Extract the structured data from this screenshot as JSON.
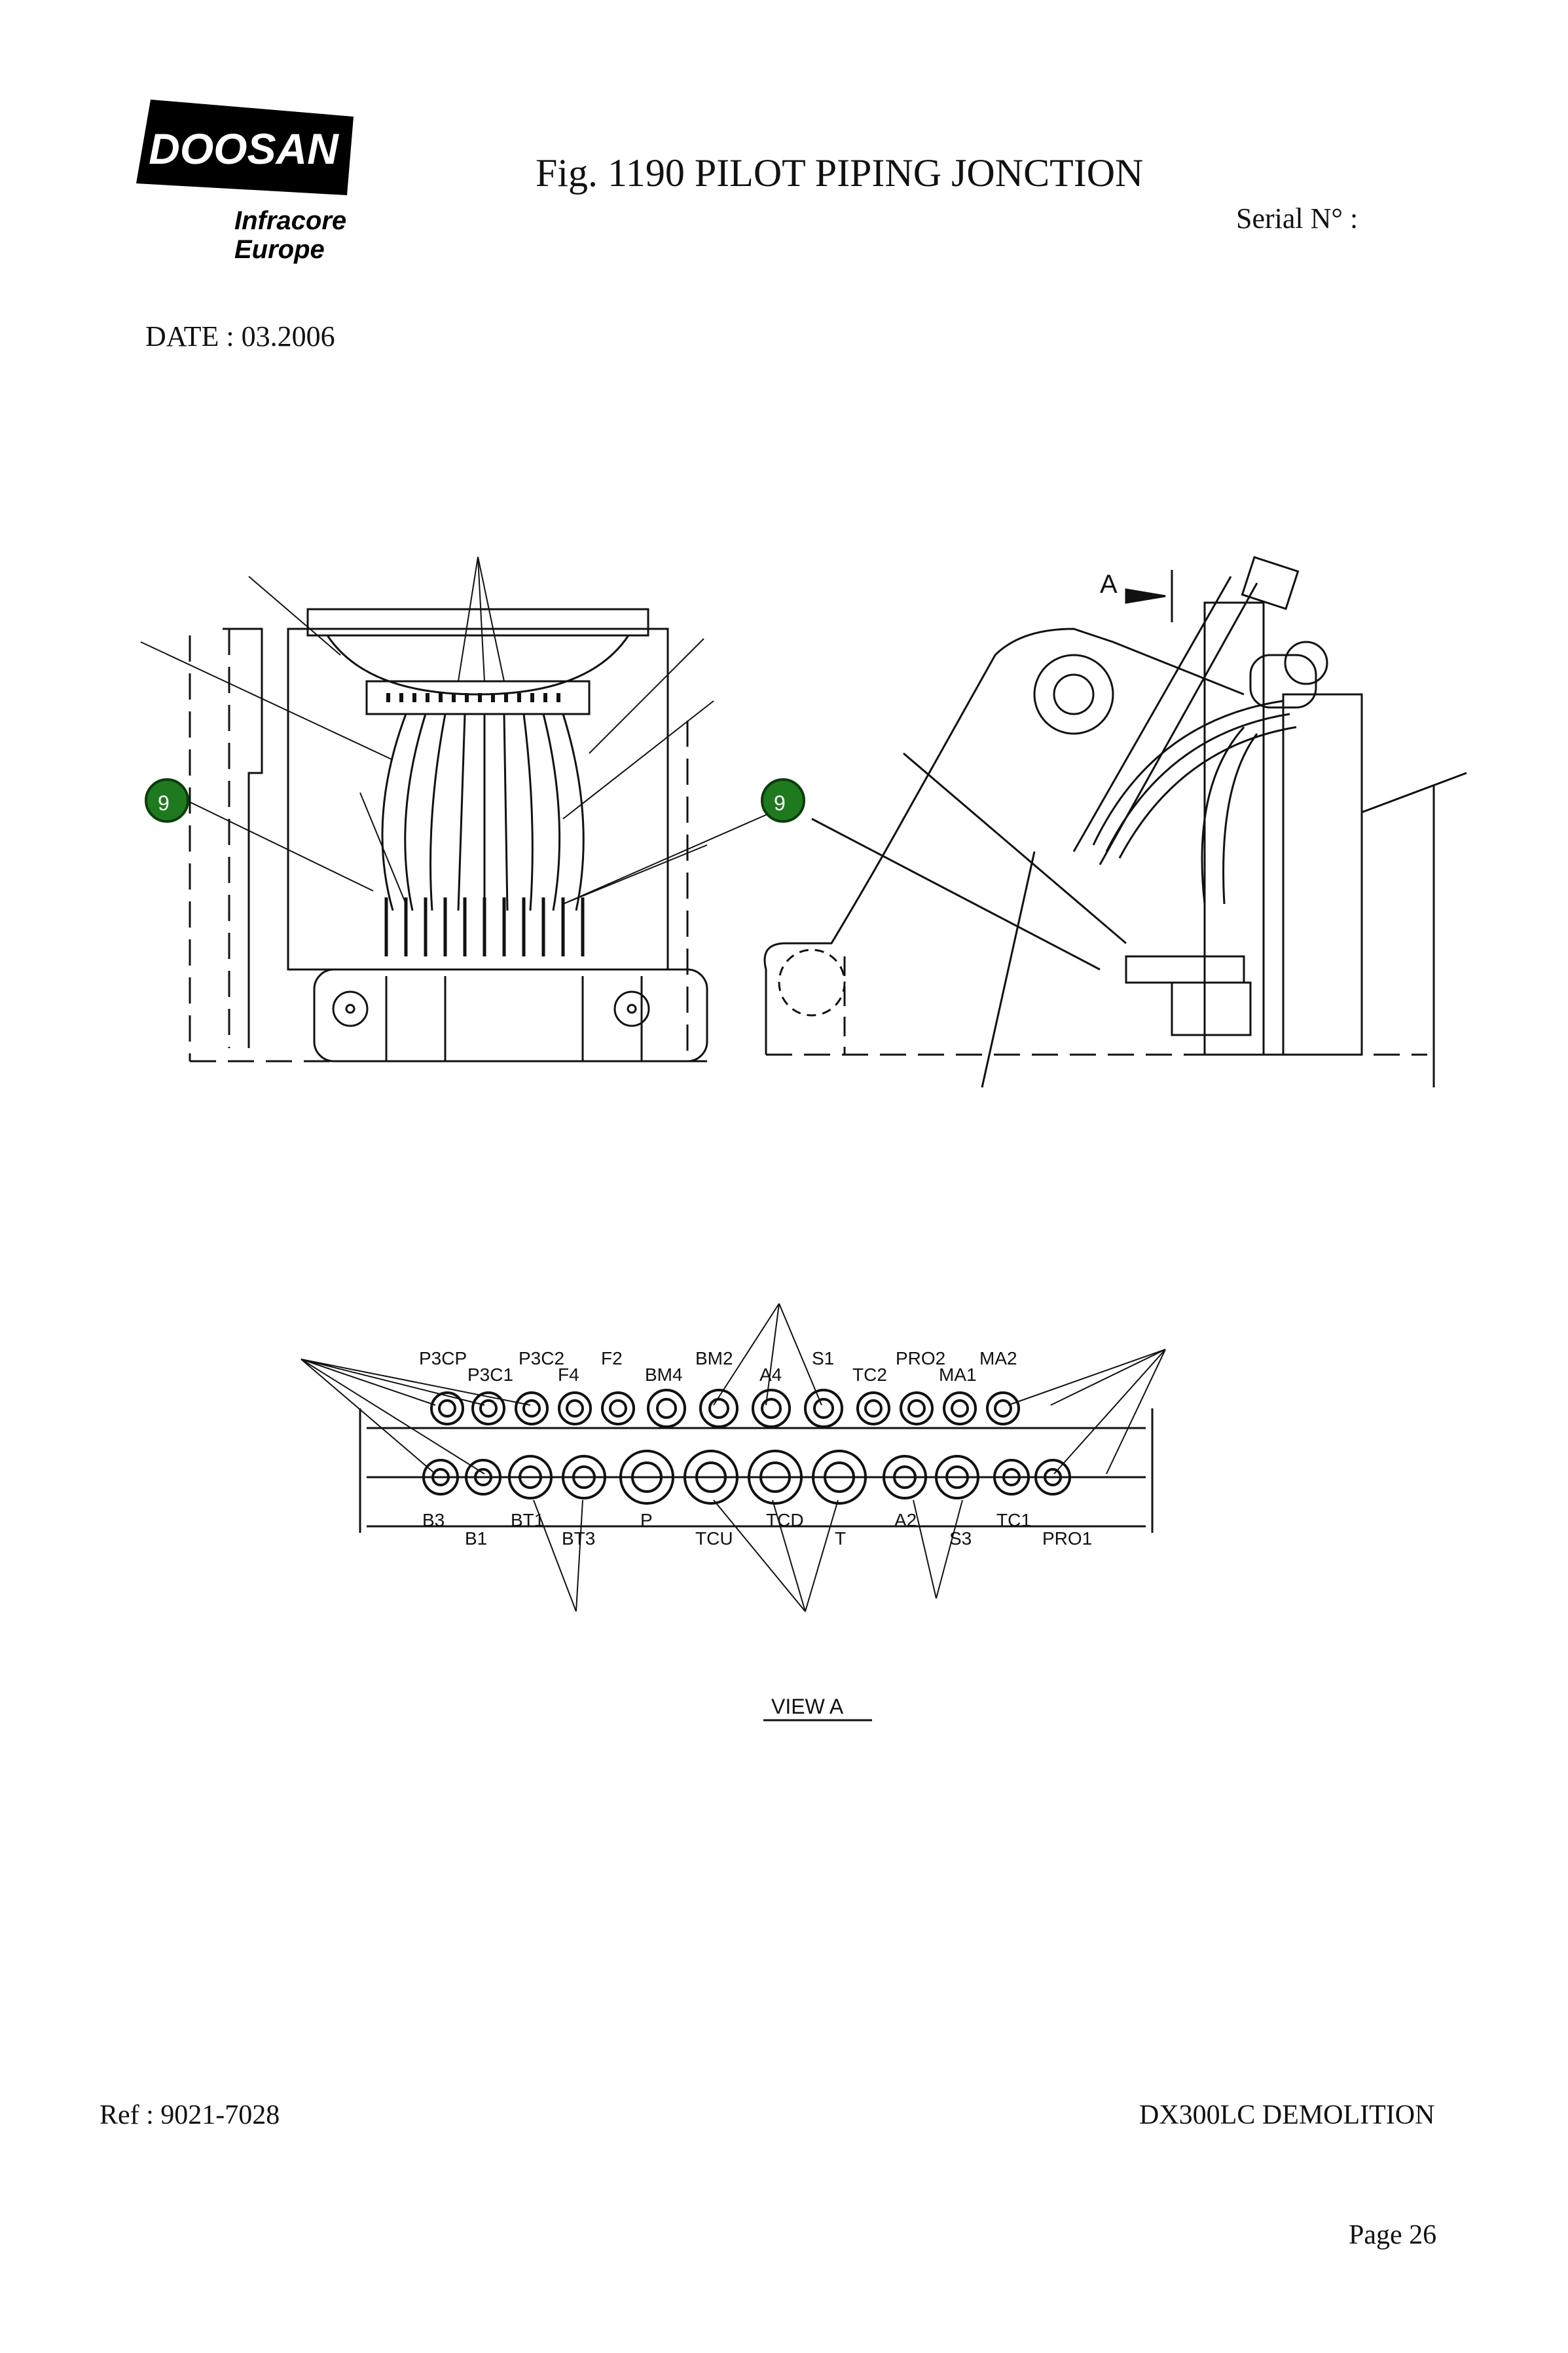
{
  "header": {
    "brand": "DOOSAN",
    "brand_sub_1": "Infracore",
    "brand_sub_2": "Europe",
    "title": "Fig. 1190   PILOT PIPING JONCTION",
    "serial": "Serial N° :",
    "date": "DATE : 03.2006"
  },
  "callouts": [
    "9",
    "9"
  ],
  "view_a": {
    "marker": "A",
    "top_labels": [
      "P3CP",
      "P3C1",
      "P3C2",
      "F4",
      "F2",
      "BM4",
      "BM2",
      "A4",
      "S1",
      "TC2",
      "PRO2",
      "MA1",
      "MA2"
    ],
    "bottom_labels": [
      "B3",
      "B1",
      "BT1",
      "BT3",
      "P",
      "TCU",
      "TCD",
      "T",
      "A2",
      "S3",
      "TC1",
      "PRO1"
    ],
    "caption": "VIEW   A"
  },
  "footer": {
    "ref": "Ref : 9021-7028",
    "model": "DX300LC DEMOLITION",
    "page": "Page 26"
  },
  "colors": {
    "callout": "#1f7a1f",
    "ink": "#111111"
  }
}
